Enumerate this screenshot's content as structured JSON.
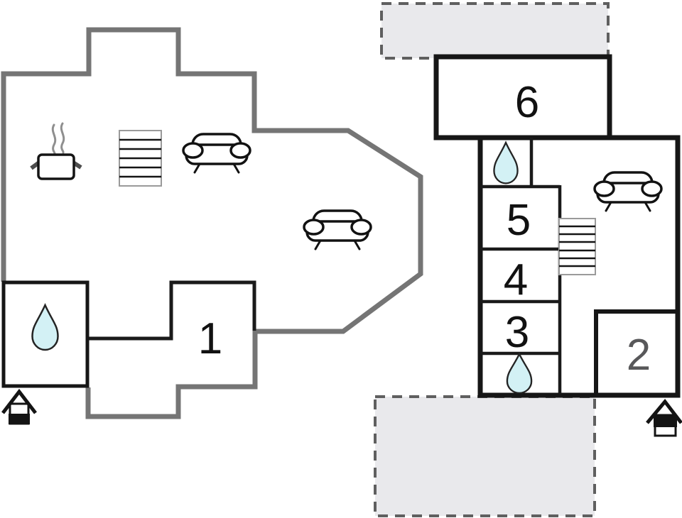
{
  "colors": {
    "wall_gray": "#757575",
    "wall_black": "#161616",
    "terrace_fill": "#e9e9ec",
    "terrace_border": "#5f5f5f",
    "water_drop_fill": "#d3f1f5",
    "water_drop_stroke": "#242424",
    "label_color": "#111111",
    "room2_label_color": "#58585a",
    "stairs_border": "#9a9a9a",
    "steam_gray": "#8f8f8f"
  },
  "left_plan": {
    "rooms": [
      {
        "label": "1"
      }
    ],
    "features": [
      "stove-pot",
      "stairs",
      "sofa",
      "sofa",
      "water-drop",
      "entrance"
    ]
  },
  "right_plan": {
    "rooms": [
      {
        "label": "6"
      },
      {
        "label": "5"
      },
      {
        "label": "4"
      },
      {
        "label": "3"
      },
      {
        "label": "2"
      }
    ],
    "features": [
      "water-drop",
      "water-drop",
      "sofa",
      "stairs",
      "entrance"
    ],
    "terraces": [
      "top",
      "bottom"
    ]
  }
}
